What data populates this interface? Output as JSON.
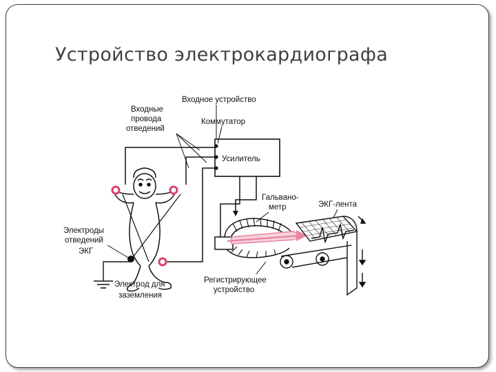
{
  "slide": {
    "title": "Устройство электрокардиографа"
  },
  "diagram": {
    "labels": {
      "input_device": "Входное устройство",
      "input_leads": [
        "Входные",
        "провода",
        "отведений"
      ],
      "commutator": "Коммутатор",
      "amplifier": "Усилитель",
      "galvanometer": [
        "Гальвано-",
        "метр"
      ],
      "ecg_tape": "ЭКГ-лента",
      "ecg_electrodes": [
        "Электроды",
        "отведений",
        "ЭКГ"
      ],
      "recorder": [
        "Регистрирующее",
        "устройство"
      ],
      "ground_electrode": [
        "Электрод для",
        "заземления"
      ]
    },
    "colors": {
      "ink": "#111111",
      "electrode": "#d9436a",
      "beam": "#e8869f",
      "title": "#404040"
    }
  }
}
